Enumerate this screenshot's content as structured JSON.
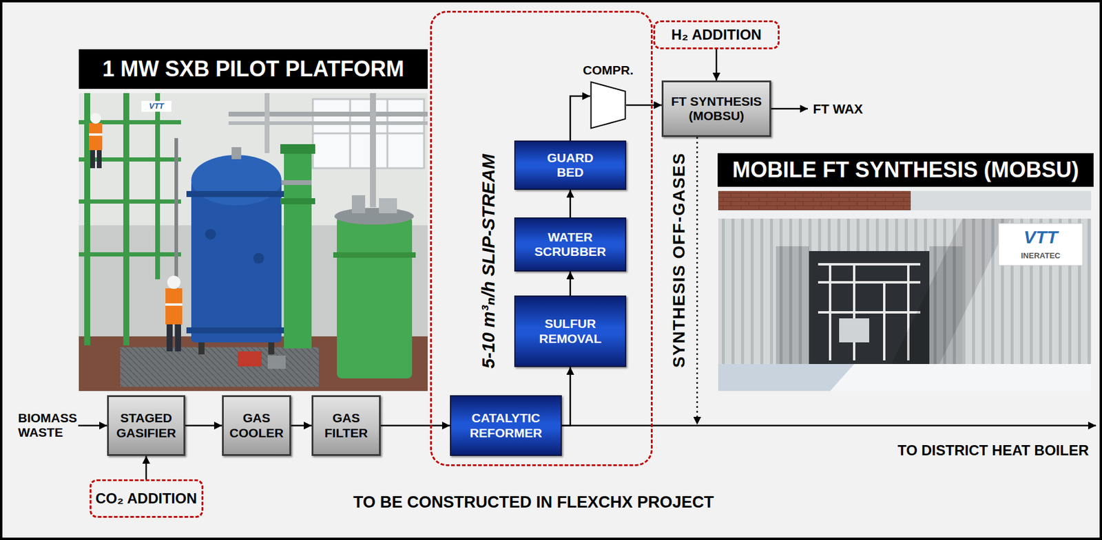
{
  "diagram": {
    "nodes": [
      {
        "text": [
          "1 MW SXB PILOT PLATFORM"
        ]
      },
      {
        "text": [
          "5-10 m³ₙ/h SLIP-STREAM"
        ]
      },
      {
        "text": [
          "COMPR."
        ],
        "in": 1
      },
      {
        "text": [
          "GUARD BED"
        ],
        "in": 1
      },
      {
        "text": [
          "WATER SCRUBBER"
        ],
        "in": 1
      },
      {
        "text": [
          "SULFUR REMOVAL"
        ],
        "in": 1
      },
      {
        "text": [
          "CATALYTIC REFORMER"
        ],
        "in": 1
      },
      {
        "text": [
          "H₂ ADDITION"
        ]
      },
      {
        "text": [
          "FT SYNTHESIS (MOBSU)"
        ]
      },
      {
        "text": [
          "FT WAX"
        ]
      },
      {
        "text": [
          "MOBILE FT SYNTHESIS (MOBSU)"
        ]
      },
      {
        "text": [
          "BIOMASS WASTE"
        ]
      },
      {
        "text": [
          "STAGED GASIFIER"
        ]
      },
      {
        "text": [
          "GAS COOLER"
        ]
      },
      {
        "text": [
          "GAS FILTER"
        ]
      },
      {
        "text": [
          "TO DISTRICT HEAT BOILER"
        ]
      },
      {
        "text": [
          "CO₂ ADDITION"
        ]
      }
    ],
    "edges": [
      {
        "from": 11,
        "to": 12,
        "arrow": "to"
      },
      {
        "from": 12,
        "to": 13,
        "arrow": "to"
      },
      {
        "from": 13,
        "to": 14,
        "arrow": "to"
      },
      {
        "from": 14,
        "to": 6,
        "arrow": "to"
      },
      {
        "from": 6,
        "to": 5,
        "arrow": "to"
      },
      {
        "from": 5,
        "to": 4,
        "arrow": "to"
      },
      {
        "from": 4,
        "to": 3,
        "arrow": "to"
      },
      {
        "from": 3,
        "to": 2,
        "arrow": "to"
      },
      {
        "from": 2,
        "to": 8,
        "arrow": "to"
      },
      {
        "from": 7,
        "to": 8,
        "arrow": "to"
      },
      {
        "from": 8,
        "to": 9,
        "arrow": "to"
      },
      {
        "from": 6,
        "to": 15,
        "arrow": "to"
      },
      {
        "from": 8,
        "to": 15,
        "label": "SYNTHESIS OFF-GASES",
        "arrow": "to"
      },
      {
        "from": 16,
        "to": 12,
        "arrow": "to"
      }
    ],
    "labels": [
      "TO BE CONSTRUCTED IN FLEXCHX PROJECT",
      "VTT",
      "VTT",
      "INERATEC"
    ]
  }
}
